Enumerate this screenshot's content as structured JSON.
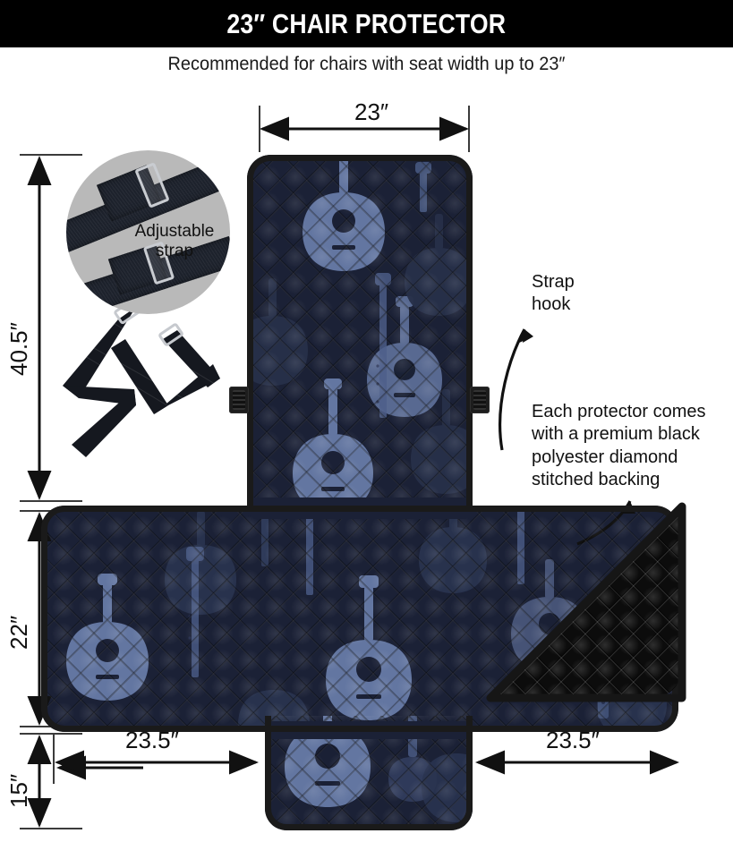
{
  "header": {
    "title": "23″ CHAIR PROTECTOR",
    "subtitle": "Recommended for chairs with seat width up to 23″"
  },
  "dimensions": {
    "top_width": "23″",
    "back_height": "40.5″",
    "seat_depth": "22″",
    "front_drop": "15″",
    "left_wing_width": "23.5″",
    "right_wing_width": "23.5″"
  },
  "annotations": {
    "strap_hook": "Strap\nhook",
    "strap_hook_line1": "Strap",
    "strap_hook_line2": "hook",
    "backing": "Each protector comes with a premium black polyester diamond stitched backing",
    "backing_line1": "Each protector comes",
    "backing_line2": "with a premium black",
    "backing_line3": "polyester diamond",
    "backing_line4": "stitched backing"
  },
  "inset": {
    "label_line1": "Adjustable",
    "label_line2": "strap"
  },
  "colors": {
    "header_bar": "#000000",
    "page_background": "#ffffff",
    "fabric_navy": "#1b2136",
    "guitar_blue": "#5b6f9c",
    "binding_black": "#1a1a1a",
    "backing_black": "#0c0c0c",
    "inset_background": "#b9b9b9",
    "strap_black": "#1d222c",
    "buckle_silver": "#c9ccd1"
  },
  "product": {
    "pattern_name": "acoustic-guitar-pattern",
    "shape": "t-shaped-chair-protector"
  }
}
